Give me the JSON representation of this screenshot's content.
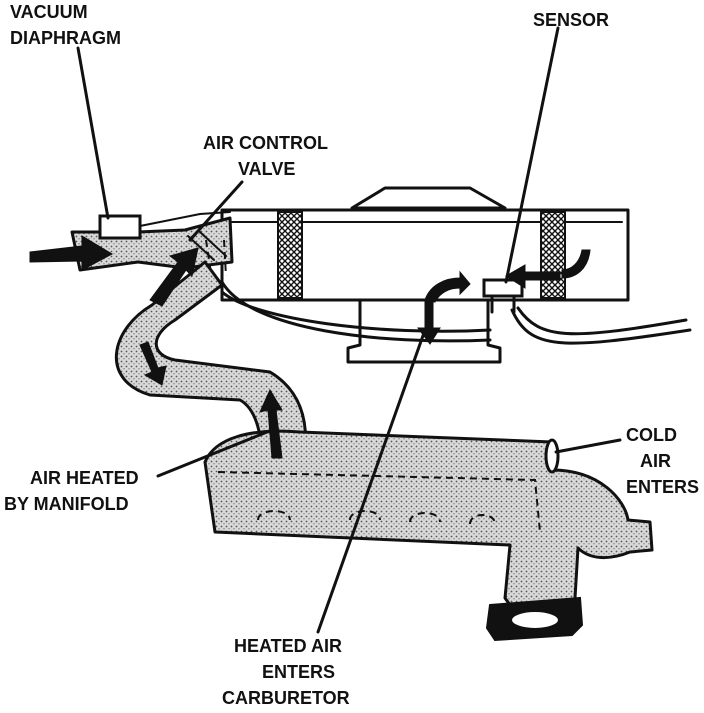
{
  "labels": {
    "vacuum_diaphragm": [
      "VACUUM",
      "DIAPHRAGM"
    ],
    "sensor": [
      "SENSOR"
    ],
    "air_control_valve": [
      "AIR CONTROL",
      "VALVE"
    ],
    "cold_air_enters": [
      "COLD",
      "AIR",
      "ENTERS"
    ],
    "air_heated_by_manifold": [
      "AIR HEATED",
      "BY MANIFOLD"
    ],
    "heated_air_enters_carburetor": [
      "HEATED AIR",
      "ENTERS",
      "CARBURETOR"
    ]
  }
}
